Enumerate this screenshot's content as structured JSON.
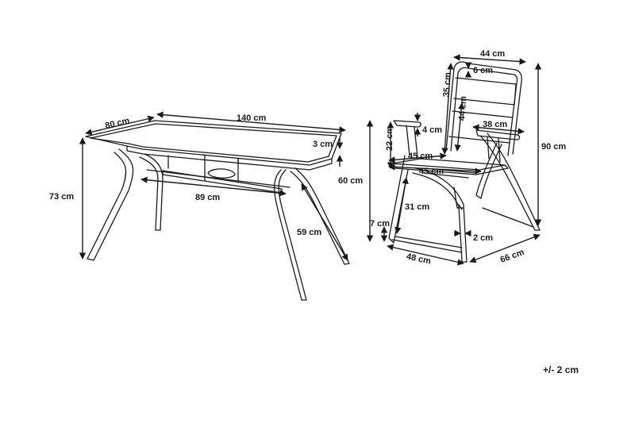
{
  "table": {
    "depth": "80 cm",
    "length": "140 cm",
    "top_thickness": "3 cm",
    "height": "73 cm",
    "inner_width": "89 cm",
    "leg_length": "59 cm"
  },
  "chair": {
    "back_width": "44 cm",
    "back_top": "6 cm",
    "back_height_upper": "35 cm",
    "back_height_lower": "44 cm",
    "armrest_drop": "4 cm",
    "armrest_length": "38 cm",
    "armrest_height": "22 cm",
    "seat_height": "60 cm",
    "seat_depth_top": "45 cm",
    "seat_depth_bottom": "45 cm",
    "leg_height": "31 cm",
    "foot_height": "7 cm",
    "foot_width": "2 cm",
    "base_width": "48 cm",
    "base_depth": "66 cm",
    "total_height": "90 cm"
  },
  "tolerance": "+/- 2 cm"
}
